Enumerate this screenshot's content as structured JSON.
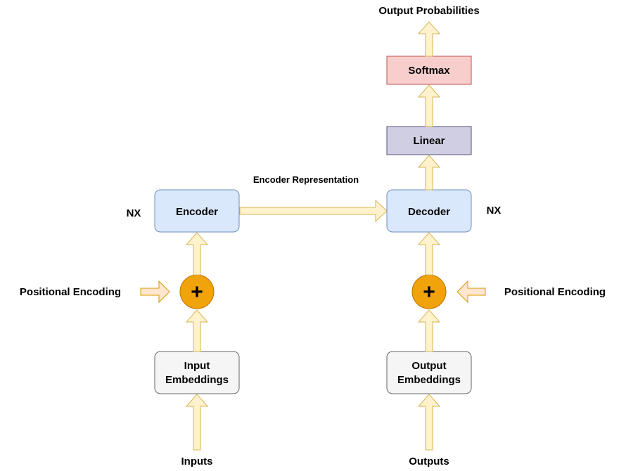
{
  "encoder": {
    "inputs_label": "Inputs",
    "embeddings_label": "Input\nEmbeddings",
    "positional_label": "Positional Encoding",
    "plus_symbol": "+",
    "block_label": "Encoder",
    "nx_label": "NX"
  },
  "bridge": {
    "label": "Encoder Representation"
  },
  "decoder": {
    "outputs_label": "Outputs",
    "embeddings_label": "Output\nEmbeddings",
    "positional_label": "Positional Encoding",
    "plus_symbol": "+",
    "block_label": "Decoder",
    "nx_label": "NX"
  },
  "head": {
    "linear_label": "Linear",
    "softmax_label": "Softmax",
    "output_label": "Output Probabilities"
  },
  "colors": {
    "arrow_fill": "#fff2cc",
    "arrow_stroke": "#d6b656",
    "positional_arrow_fill": "#ffe6cc",
    "positional_arrow_stroke": "#d79b00",
    "embedding_fill": "#f5f5f5",
    "embedding_stroke": "#666666",
    "block_fill": "#dae8fc",
    "block_stroke": "#6c8ebf",
    "linear_fill": "#d0cee2",
    "linear_stroke": "#56517e",
    "softmax_fill": "#f8cecc",
    "softmax_stroke": "#b85450",
    "plus_fill": "#f0a30a",
    "plus_stroke": "#bd7000"
  }
}
